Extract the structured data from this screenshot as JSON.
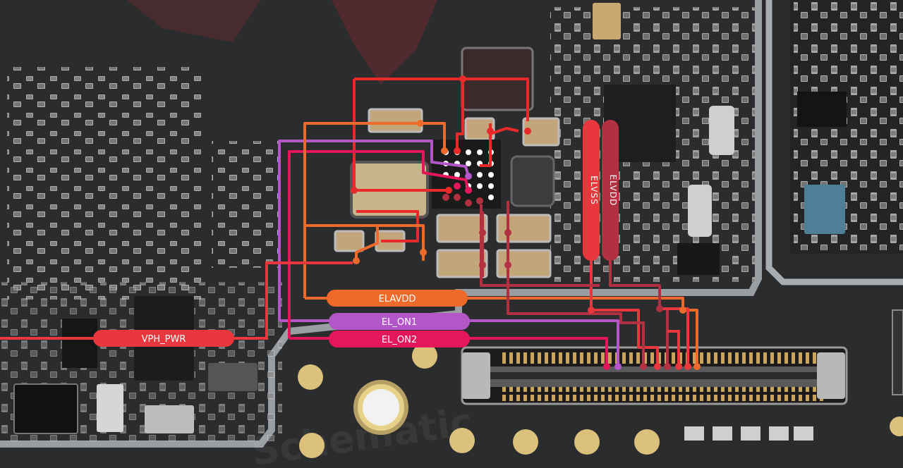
{
  "title": "",
  "colors": {
    "board": "#2b2c2e",
    "copper_pad": "#d8c07a",
    "elavdd": "#ee6a2a",
    "el_on1": "#b356c7",
    "el_on2": "#e3175a",
    "vph_pwr": "#e8383d",
    "elvss": "#e8383d",
    "elvdd": "#b23140",
    "trace_red": "#e82a2a"
  },
  "signals": [
    {
      "id": "elavdd",
      "label": "ELAVDD"
    },
    {
      "id": "el_on1",
      "label": "EL_ON1"
    },
    {
      "id": "el_on2",
      "label": "EL_ON2"
    },
    {
      "id": "vph_pwr",
      "label": "VPH_PWR"
    },
    {
      "id": "elvss",
      "label": "ELVSS"
    },
    {
      "id": "elvdd",
      "label": "ELVDD"
    }
  ],
  "watermark": "Schematic"
}
